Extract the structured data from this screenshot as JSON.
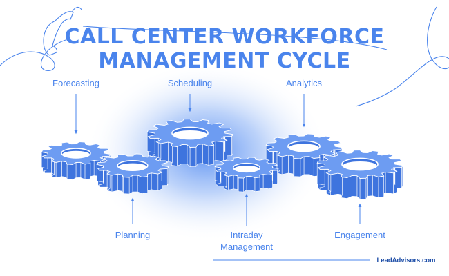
{
  "title": {
    "line1": "CALL CENTER WORKFORCE",
    "line2": "MANAGEMENT CYCLE"
  },
  "stages": {
    "forecasting": "Forecasting",
    "scheduling": "Scheduling",
    "analytics": "Analytics",
    "planning": "Planning",
    "intraday_line1": "Intraday",
    "intraday_line2": "Management",
    "engagement": "Engagement"
  },
  "brand": "LeadAdvisors.com",
  "colors": {
    "accent": "#4a84ec",
    "gear_top": "#6d9cf2",
    "gear_side": "#3e74de",
    "brand_text": "#1f4fa8"
  },
  "icons": {
    "decoration": "telephone-handset-icon"
  }
}
